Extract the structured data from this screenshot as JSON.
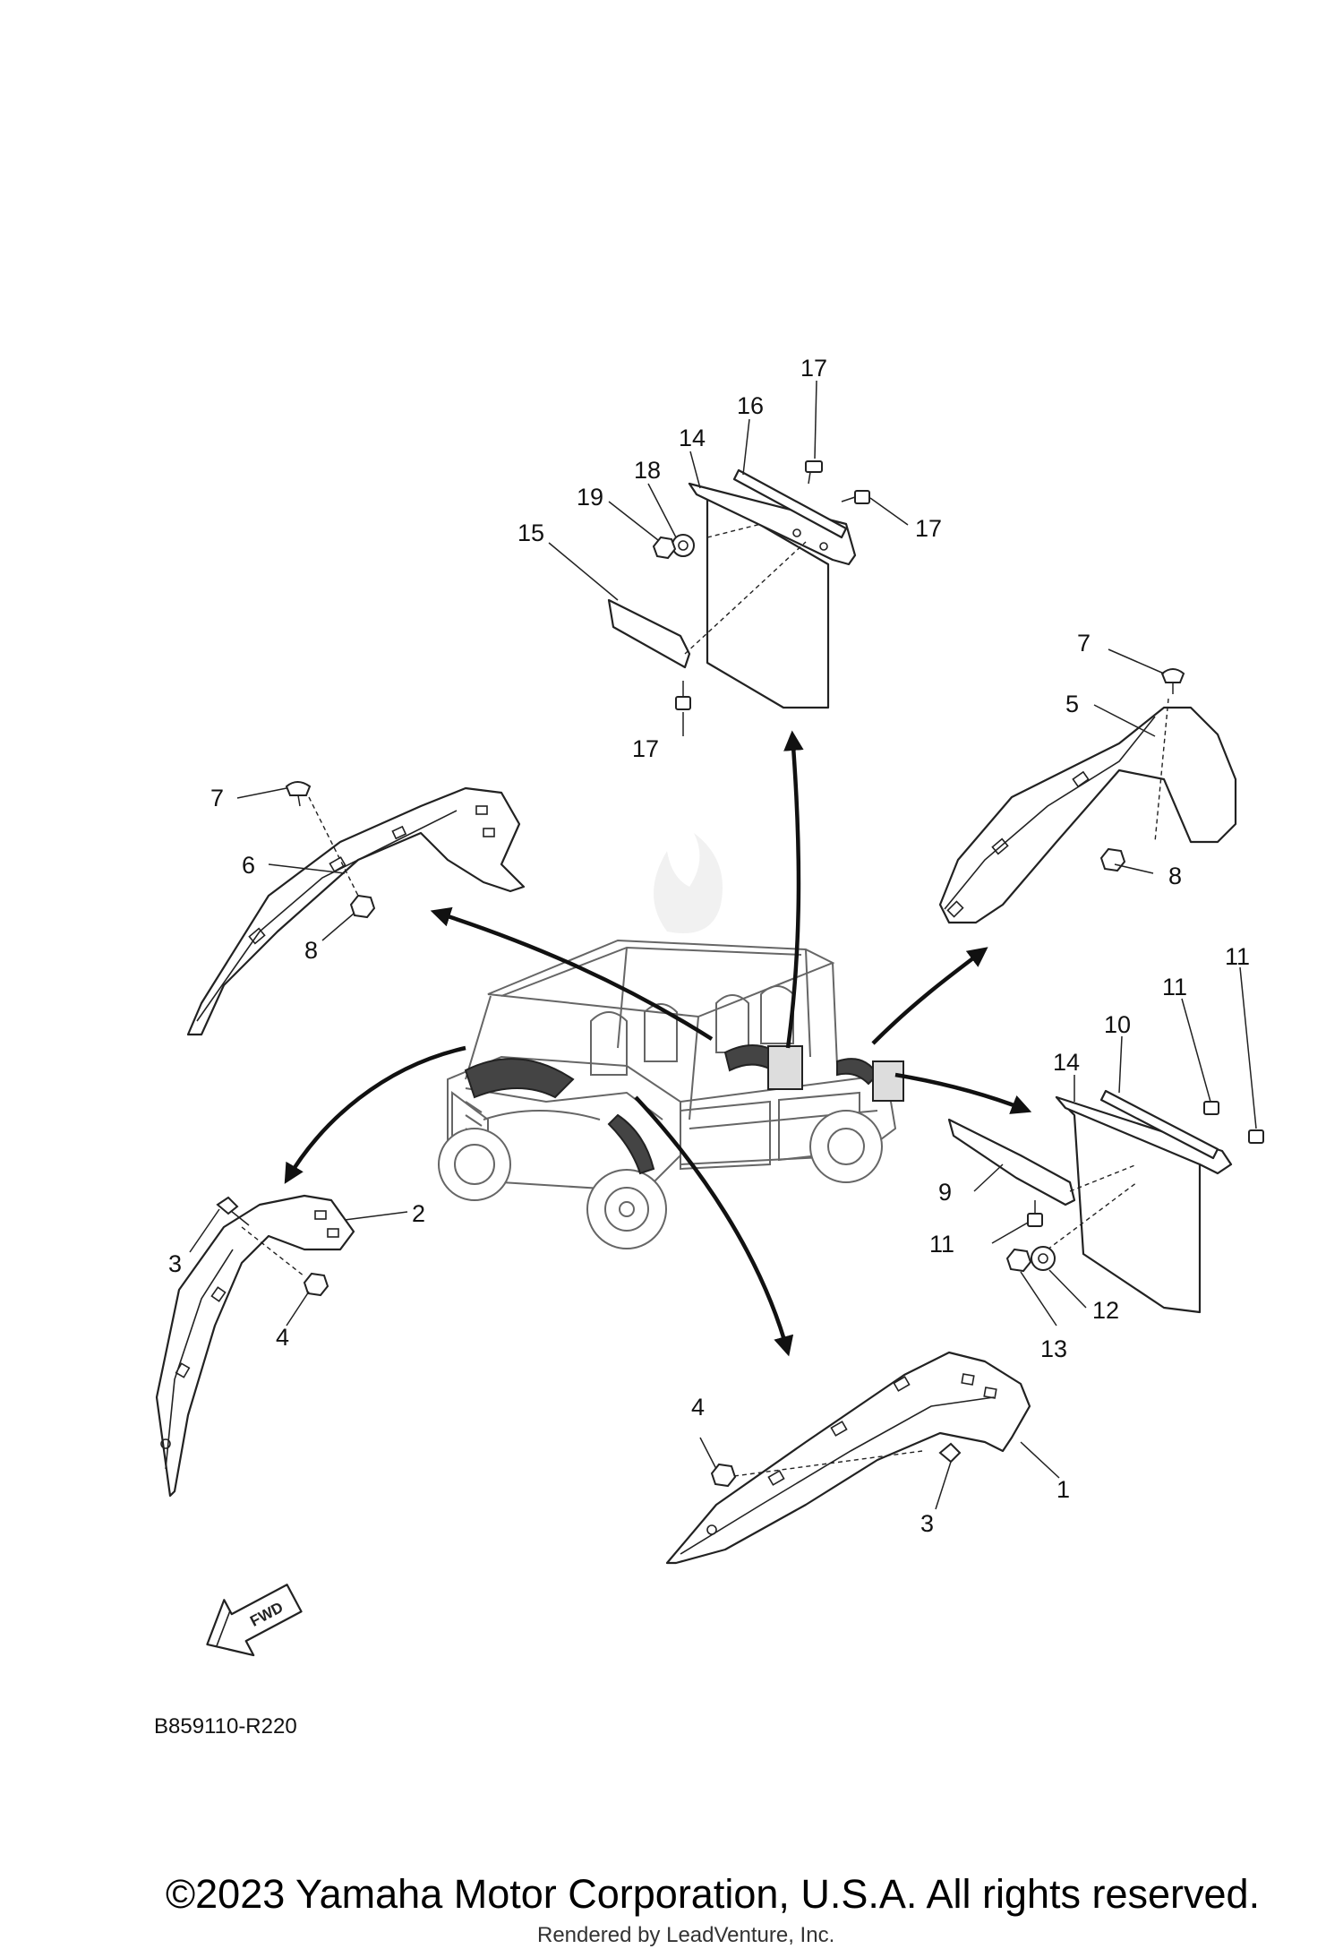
{
  "diagram": {
    "callouts": [
      "1",
      "2",
      "3",
      "4",
      "5",
      "6",
      "7",
      "8",
      "9",
      "10",
      "11",
      "12",
      "13",
      "14",
      "15",
      "16",
      "17",
      "18",
      "19"
    ],
    "direction_label": "FWD",
    "diagram_code": "B859110-R220",
    "copyright": "©2023 Yamaha Motor Corporation, U.S.A. All rights reserved.",
    "rendered_by": "Rendered by LeadVenture, Inc."
  }
}
